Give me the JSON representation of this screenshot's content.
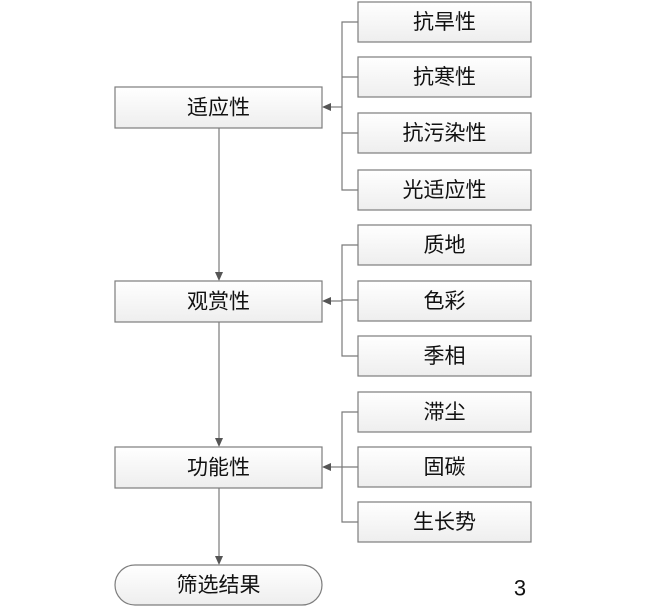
{
  "categories": [
    {
      "label": "适应性",
      "children": [
        "抗旱性",
        "抗寒性",
        "抗污染性",
        "光适应性"
      ]
    },
    {
      "label": "观赏性",
      "children": [
        "质地",
        "色彩",
        "季相"
      ]
    },
    {
      "label": "功能性",
      "children": [
        "滞尘",
        "固碳",
        "生长势"
      ]
    }
  ],
  "result": {
    "label": "筛选结果"
  },
  "page_number": "3"
}
